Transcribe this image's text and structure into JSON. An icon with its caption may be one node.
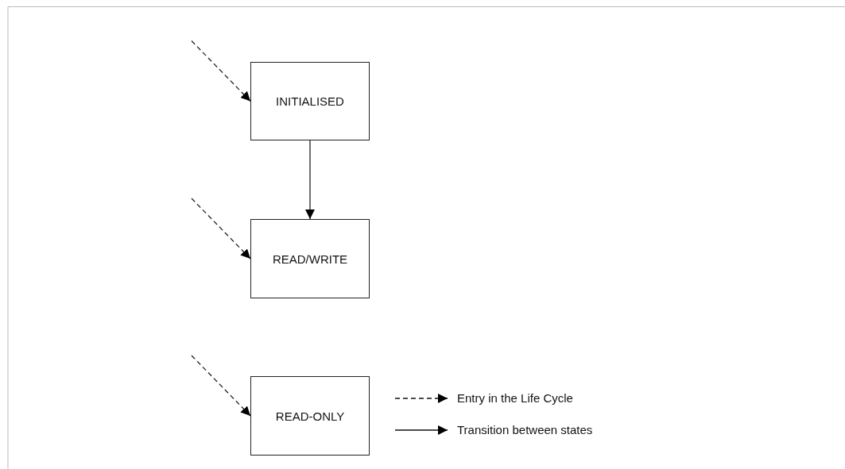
{
  "diagram": {
    "nodes": [
      {
        "text": [
          "INITIALISED"
        ]
      },
      {
        "text": [
          "READ/WRITE"
        ]
      },
      {
        "text": [
          "READ-ONLY"
        ]
      }
    ],
    "edges": [
      {
        "from": null,
        "to": 0,
        "arrow": "to",
        "style": "dashed"
      },
      {
        "from": 0,
        "to": 1,
        "arrow": "to"
      },
      {
        "from": null,
        "to": 1,
        "arrow": "to",
        "style": "dashed"
      },
      {
        "from": null,
        "to": 2,
        "arrow": "to",
        "style": "dashed"
      }
    ],
    "legend": [
      {
        "text": "Entry in the Life Cycle"
      },
      {
        "text": "Transition between states"
      }
    ]
  }
}
